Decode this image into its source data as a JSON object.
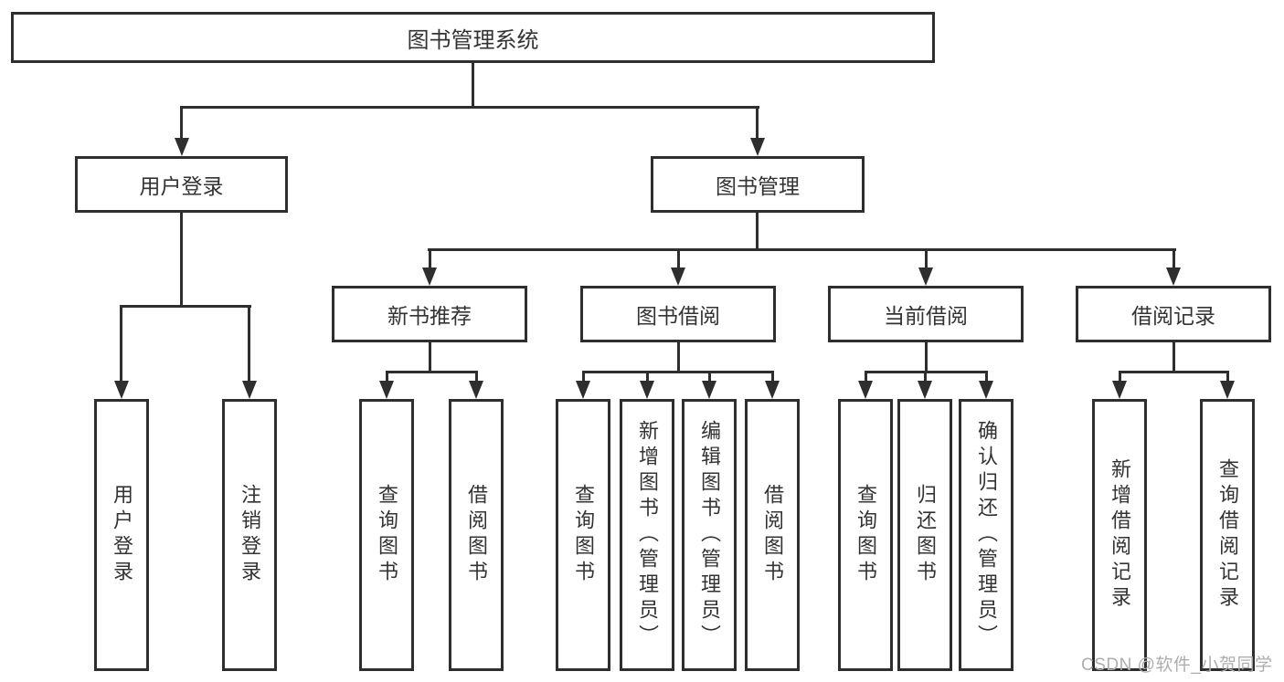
{
  "tree": {
    "root": {
      "label": "图书管理系统"
    },
    "level2": [
      {
        "label": "用户登录"
      },
      {
        "label": "图书管理"
      }
    ],
    "level3": [
      {
        "label": "新书推荐"
      },
      {
        "label": "图书借阅"
      },
      {
        "label": "当前借阅"
      },
      {
        "label": "借阅记录"
      }
    ],
    "leaves": {
      "user_login": [
        {
          "label": "用户登录"
        },
        {
          "label": "注销登录"
        }
      ],
      "new_book": [
        {
          "label": "查询图书"
        },
        {
          "label": "借阅图书"
        }
      ],
      "borrow": [
        {
          "label": "查询图书"
        },
        {
          "label": "新增图书（管理员）"
        },
        {
          "label": "编辑图书（管理员）"
        },
        {
          "label": "借阅图书"
        }
      ],
      "current": [
        {
          "label": "查询图书"
        },
        {
          "label": "归还图书"
        },
        {
          "label": "确认归还（管理员）"
        }
      ],
      "records": [
        {
          "label": "新增借阅记录"
        },
        {
          "label": "查询借阅记录"
        }
      ]
    }
  },
  "watermark": {
    "text": "CSDN @软件_小贺同学"
  },
  "colors": {
    "line": "#2e2e2e",
    "box_border": "#2e2e2e",
    "box_fill": "#ffffff",
    "text": "#333333",
    "watermark": "#aeaeae"
  }
}
